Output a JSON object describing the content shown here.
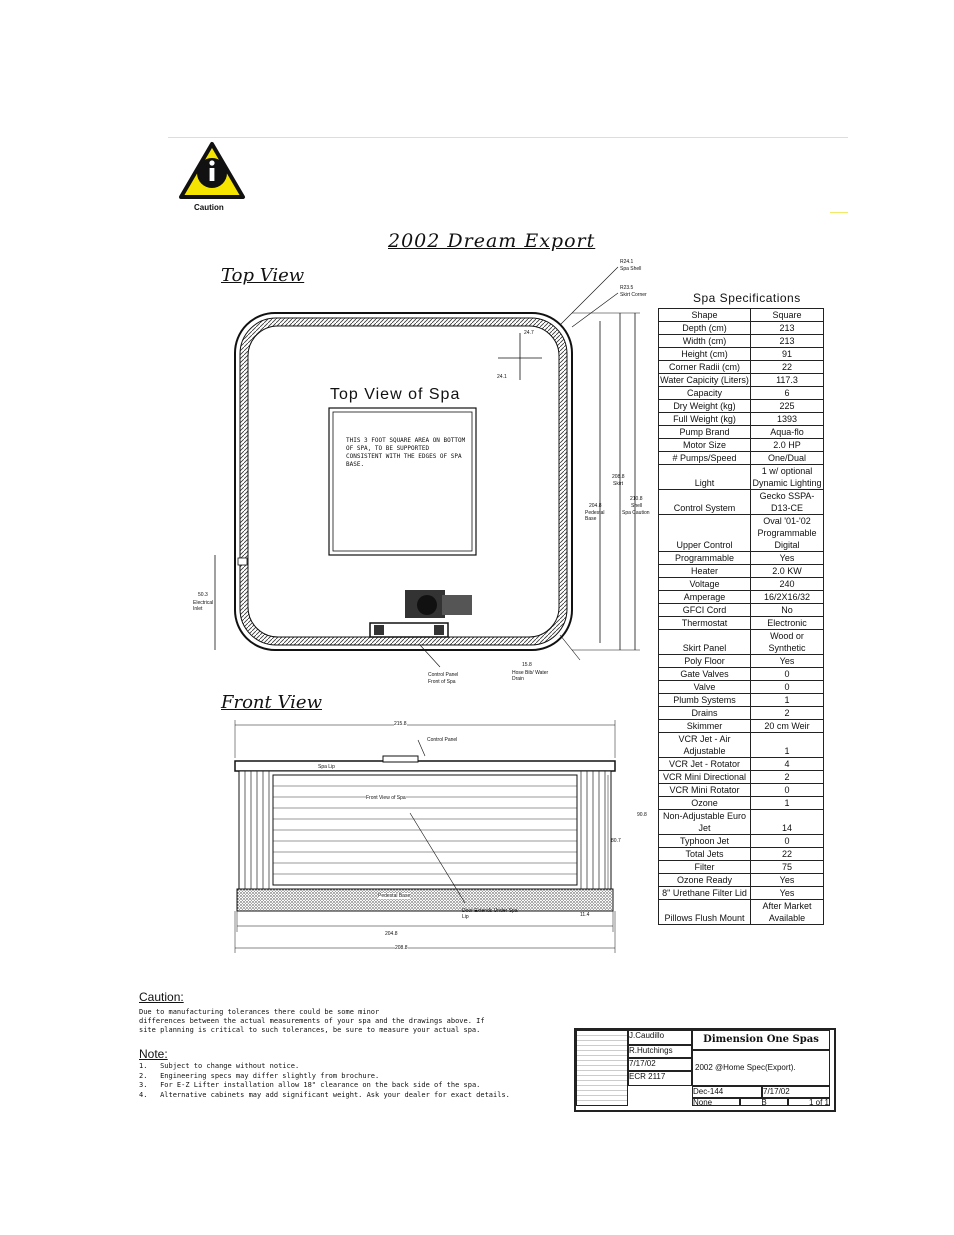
{
  "header": {
    "caution_label": "Caution"
  },
  "drawing": {
    "title": "2002 Dream Export",
    "top_view_heading": "Top View",
    "front_view_heading": "Front View",
    "top_view_label": "Top View of Spa",
    "square_note": "THIS 3 FOOT SQUARE AREA ON BOTTOM OF SPA, TO BE SUPPORTED CONSISTENT WITH THE EDGES OF SPA BASE.",
    "top_annotations": {
      "r241": "R24.1",
      "r241_sub": "Spa Shell",
      "r235": "R23.5",
      "r235_sub": "Skirt Corner",
      "d247": "24.7",
      "d241": "24.1",
      "skirt_dim": "208.8",
      "skirt_sub": "Skirt",
      "pedestal_dim": "204.8",
      "pedestal_sub": "Pedestal Base",
      "shell_dim": "210.8",
      "shell_sub": "Shell",
      "shell_sub2": "Spa Caution",
      "inlet_dim": "50.3",
      "inlet_sub": "Electrical Inlet",
      "control_panel": "Control Panel",
      "control_panel_sub": "Front of Spa",
      "hose_dim": "15.8",
      "hose_sub": "Hose Bib/ Water Drain"
    },
    "front_annotations": {
      "width_dim": "215.8",
      "control_panel": "Control Panel",
      "spa_lip": "Spa Lip",
      "front_label": "Front View of Spa",
      "height_dim": "90.8",
      "inner_height": "80.7",
      "pedestal": "Pedestal Base",
      "door_note": "Door Extends Under Spa Lip",
      "base_dim": "11.4",
      "inner_width": "204.8",
      "outer_width": "208.8"
    }
  },
  "specs": {
    "title": "Spa Specifications",
    "rows": [
      {
        "k": "Shape",
        "v": "Square"
      },
      {
        "k": "Depth (cm)",
        "v": "213"
      },
      {
        "k": "Width (cm)",
        "v": "213"
      },
      {
        "k": "Height (cm)",
        "v": "91"
      },
      {
        "k": "Corner Radii (cm)",
        "v": "22"
      },
      {
        "k": "Water Capicity (Liters)",
        "v": "117.3"
      },
      {
        "k": "Capacity",
        "v": "6"
      },
      {
        "k": "Dry Weight (kg)",
        "v": "225"
      },
      {
        "k": "Full Weight (kg)",
        "v": "1393"
      },
      {
        "k": "Pump Brand",
        "v": "Aqua-flo"
      },
      {
        "k": "Motor Size",
        "v": "2.0 HP"
      },
      {
        "k": "# Pumps/Speed",
        "v": "One/Dual"
      },
      {
        "k": "Light",
        "v": "1 w/ optional Dynamic Lighting"
      },
      {
        "k": "Control System",
        "v": "Gecko SSPA-D13-CE"
      },
      {
        "k": "Upper Control",
        "v": "Oval '01-'02 Programmable Digital"
      },
      {
        "k": "Programmable",
        "v": "Yes"
      },
      {
        "k": "Heater",
        "v": "2.0 KW"
      },
      {
        "k": "Voltage",
        "v": "240"
      },
      {
        "k": "Amperage",
        "v": "16/2X16/32"
      },
      {
        "k": "GFCI Cord",
        "v": "No"
      },
      {
        "k": "Thermostat",
        "v": "Electronic"
      },
      {
        "k": "Skirt Panel",
        "v": "Wood or Synthetic"
      },
      {
        "k": "Poly Floor",
        "v": "Yes"
      },
      {
        "k": "Gate Valves",
        "v": "0"
      },
      {
        "k": "Valve",
        "v": "0"
      },
      {
        "k": "Plumb Systems",
        "v": "1"
      },
      {
        "k": "Drains",
        "v": "2"
      },
      {
        "k": "Skimmer",
        "v": "20 cm Weir"
      },
      {
        "k": "VCR Jet - Air Adjustable",
        "v": "1"
      },
      {
        "k": "VCR Jet - Rotator",
        "v": "4"
      },
      {
        "k": "VCR Mini Directional",
        "v": "2"
      },
      {
        "k": "VCR Mini Rotator",
        "v": "0"
      },
      {
        "k": "Ozone",
        "v": "1"
      },
      {
        "k": "Non-Adjustable Euro Jet",
        "v": "14"
      },
      {
        "k": "Typhoon Jet",
        "v": "0"
      },
      {
        "k": "Total Jets",
        "v": "22"
      },
      {
        "k": "Filter",
        "v": "75"
      },
      {
        "k": "Ozone Ready",
        "v": "Yes"
      },
      {
        "k": "8\" Urethane Filter Lid",
        "v": "Yes"
      },
      {
        "k": "Pillows Flush Mount",
        "v": "After Market Available"
      }
    ]
  },
  "notes": {
    "caution_heading": "Caution:",
    "caution_line1": "Due to manufacturing tolerances there could be some minor",
    "caution_line2": "differences between the actual measurements of your spa and the drawings above.  If",
    "caution_line3": "site planning is critical to such tolerances, be sure to measure your actual spa.",
    "note_heading": "Note:",
    "items": [
      "Subject to change without notice.",
      "Engineering specs may differ slightly from brochure.",
      "For E-Z Lifter installation allow 18\" clearance on the back side of the spa.",
      "Alternative cabinets may add significant weight.  Ask your dealer for exact details."
    ]
  },
  "title_block": {
    "company": "Dimension One Spas",
    "drawn_by": "J.Caudillo",
    "engineer": "R.Hutchings",
    "date1": "7/17/02",
    "title": "2002 @Home Spec(Export).",
    "ecr": "ECR 2117",
    "dwg": "Dec-144",
    "date2": "7/17/02",
    "scale": "None",
    "rev": "B",
    "sheet": "1 of 1"
  }
}
